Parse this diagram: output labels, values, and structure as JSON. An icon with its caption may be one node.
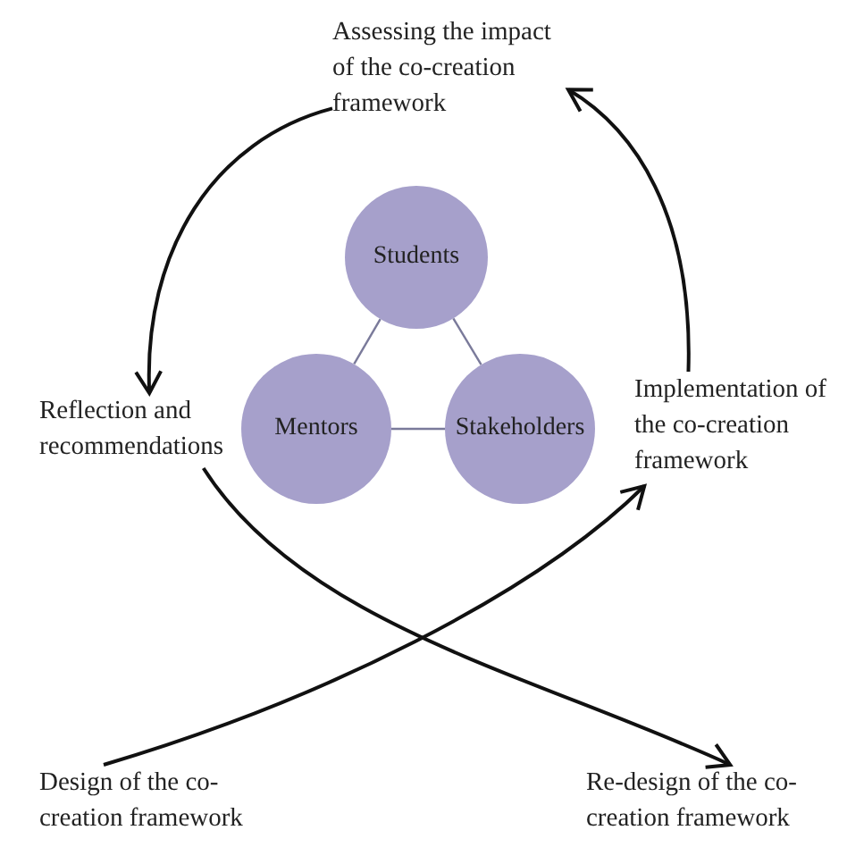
{
  "diagram": {
    "nodes": [
      {
        "text": [
          "Assessing the impact of the co-creation framework"
        ]
      },
      {
        "text": [
          "Students"
        ]
      },
      {
        "text": [
          "Reflection and recommendations"
        ]
      },
      {
        "text": [
          "Mentors"
        ]
      },
      {
        "text": [
          "Stakeholders"
        ]
      },
      {
        "text": [
          "Implementation of the co-creation framework"
        ]
      },
      {
        "text": [
          "Design of the co-creation framework"
        ]
      },
      {
        "text": [
          "Re-design of the co-creation framework"
        ]
      }
    ],
    "edges": [
      {
        "from": 5,
        "to": 0,
        "arrow": "to"
      },
      {
        "from": 0,
        "to": 2,
        "arrow": "to"
      },
      {
        "from": 2,
        "to": 7,
        "arrow": "to"
      },
      {
        "from": 6,
        "to": 5,
        "arrow": "to"
      },
      {
        "from": 1,
        "to": 3,
        "arrow": "none",
        "color": "#7a7a9a"
      },
      {
        "from": 1,
        "to": 4,
        "arrow": "none",
        "color": "#7a7a9a"
      },
      {
        "from": 3,
        "to": 4,
        "arrow": "none",
        "color": "#7a7a9a"
      }
    ]
  }
}
